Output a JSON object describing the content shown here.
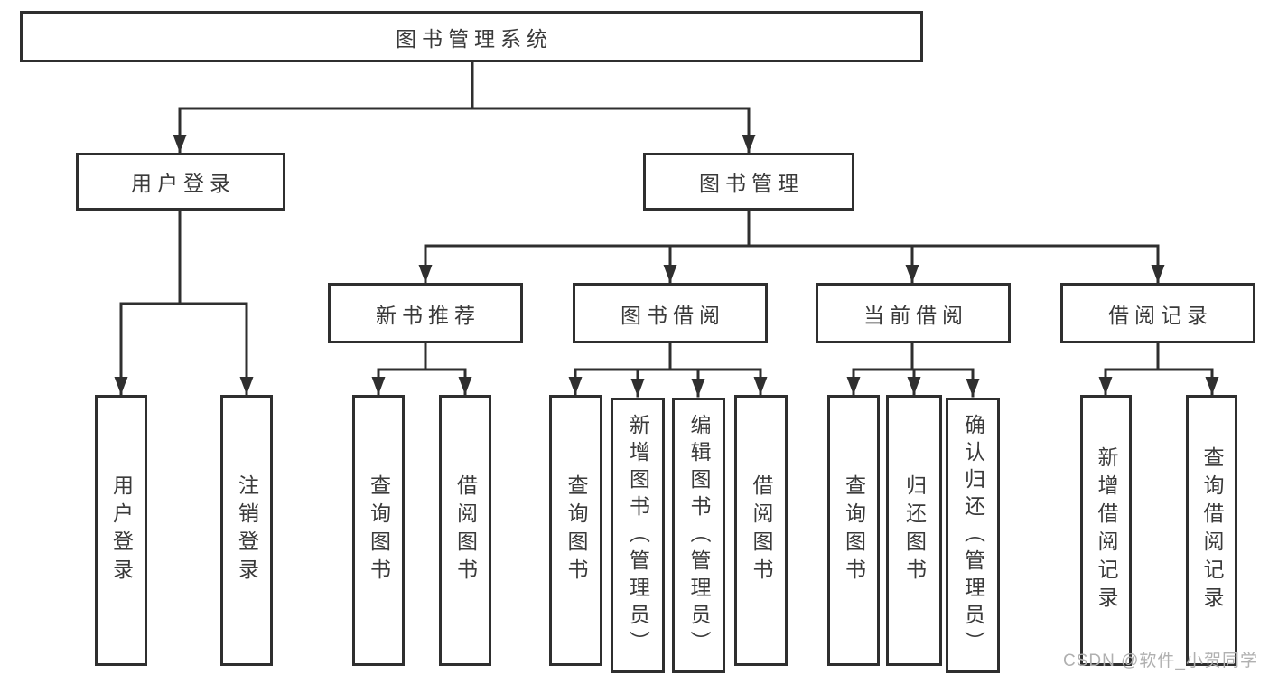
{
  "root": {
    "label": "图书管理系统"
  },
  "branches": {
    "user": {
      "label": "用户登录",
      "children": [
        {
          "label": "用户登录"
        },
        {
          "label": "注销登录"
        }
      ]
    },
    "book": {
      "label": "图书管理",
      "children": [
        {
          "label": "新书推荐",
          "children": [
            {
              "label": "查询图书"
            },
            {
              "label": "借阅图书"
            }
          ]
        },
        {
          "label": "图书借阅",
          "children": [
            {
              "label": "查询图书"
            },
            {
              "label": "新增图书（管理员）"
            },
            {
              "label": "编辑图书（管理员）"
            },
            {
              "label": "借阅图书"
            }
          ]
        },
        {
          "label": "当前借阅",
          "children": [
            {
              "label": "查询图书"
            },
            {
              "label": "归还图书"
            },
            {
              "label": "确认归还（管理员）"
            }
          ]
        },
        {
          "label": "借阅记录",
          "children": [
            {
              "label": "新增借阅记录"
            },
            {
              "label": "查询借阅记录"
            }
          ]
        }
      ]
    }
  },
  "watermark": "CSDN @软件_小贺同学",
  "colors": {
    "line": "#2f2f2f",
    "text": "#3a3a3a",
    "watermark": "#b0b0b0",
    "bg": "#ffffff"
  }
}
